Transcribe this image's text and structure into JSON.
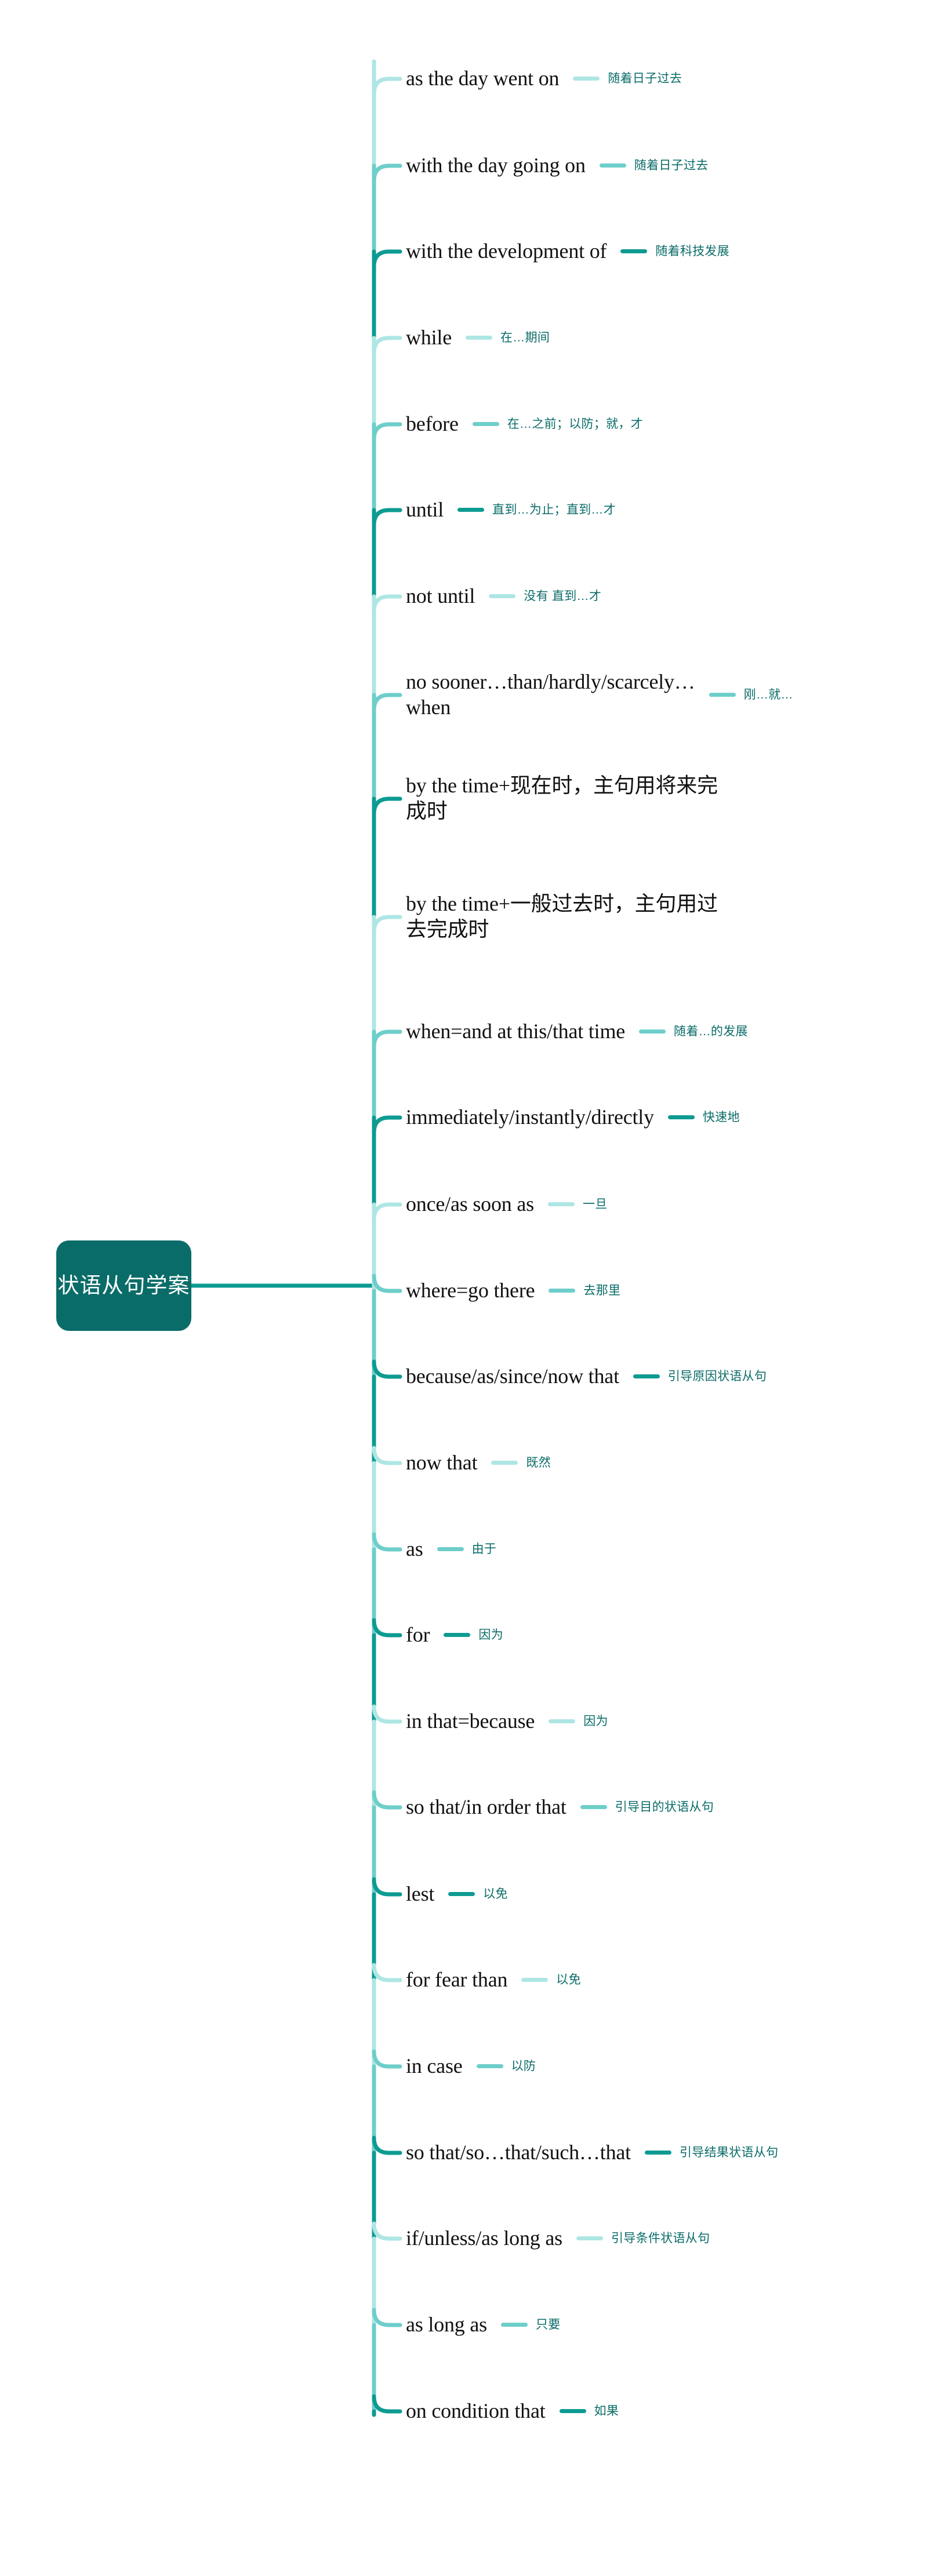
{
  "title": "状语从句学案",
  "palette": {
    "center_bg": "#0A6C68",
    "center_text": "#FFFFFF",
    "english_text": "#111111",
    "chinese_text": "#0A6C68",
    "link_light": "#AEE6E4",
    "link_mid": "#6ECECA",
    "link_dark": "#0D9B92",
    "background": "#FFFFFF"
  },
  "center": {
    "label": "状语从句学案"
  },
  "branches": [
    {
      "en": "as the day went on",
      "zh": "随着日子过去",
      "color": "link_light"
    },
    {
      "en": "with the day going on",
      "zh": "随着日子过去",
      "color": "link_mid"
    },
    {
      "en": "with the development of",
      "zh": "随着科技发展",
      "color": "link_dark"
    },
    {
      "en": "while",
      "zh": "在…期间",
      "color": "link_light"
    },
    {
      "en": "before",
      "zh": "在…之前；以防；就，才",
      "color": "link_mid"
    },
    {
      "en": "until",
      "zh": "直到…为止；直到…才",
      "color": "link_dark"
    },
    {
      "en": "not until",
      "zh": "没有 直到…才",
      "color": "link_light"
    },
    {
      "en": "no sooner…than/hardly/scarcely…\nwhen",
      "zh": "刚…就…",
      "color": "link_mid"
    },
    {
      "en": "by the time+现在时，主句用将来完\n成时",
      "zh": "",
      "color": "link_dark"
    },
    {
      "en": "by the time+一般过去时，主句用过\n去完成时",
      "zh": "",
      "color": "link_light"
    },
    {
      "en": "when=and at this/that time",
      "zh": "随着…的发展",
      "color": "link_mid"
    },
    {
      "en": "immediately/instantly/directly",
      "zh": "快速地",
      "color": "link_dark"
    },
    {
      "en": "once/as soon as",
      "zh": "一旦",
      "color": "link_light"
    },
    {
      "en": "where=go there",
      "zh": "去那里",
      "color": "link_mid"
    },
    {
      "en": "because/as/since/now that",
      "zh": "引导原因状语从句",
      "color": "link_dark"
    },
    {
      "en": "now that",
      "zh": "既然",
      "color": "link_light"
    },
    {
      "en": "as",
      "zh": "由于",
      "color": "link_mid"
    },
    {
      "en": "for",
      "zh": "因为",
      "color": "link_dark"
    },
    {
      "en": "in that=because",
      "zh": "因为",
      "color": "link_light"
    },
    {
      "en": "so that/in order that",
      "zh": "引导目的状语从句",
      "color": "link_mid"
    },
    {
      "en": "lest",
      "zh": "以免",
      "color": "link_dark"
    },
    {
      "en": "for fear than",
      "zh": "以免",
      "color": "link_light"
    },
    {
      "en": "in case",
      "zh": "以防",
      "color": "link_mid"
    },
    {
      "en": "so that/so…that/such…that",
      "zh": "引导结果状语从句",
      "color": "link_dark"
    },
    {
      "en": "if/unless/as long as",
      "zh": "引导条件状语从句",
      "color": "link_light"
    },
    {
      "en": "as long as",
      "zh": "只要",
      "color": "link_mid"
    },
    {
      "en": "on condition that",
      "zh": "如果",
      "color": "link_dark"
    }
  ]
}
